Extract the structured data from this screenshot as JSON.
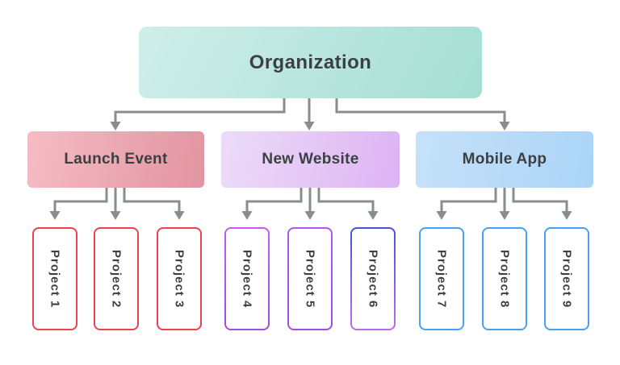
{
  "diagram": {
    "type": "org-chart",
    "root": {
      "label": "Organization"
    },
    "branches": [
      {
        "label": "Launch Event",
        "projects": [
          "Project 1",
          "Project 2",
          "Project 3"
        ]
      },
      {
        "label": "New Website",
        "projects": [
          "Project 4",
          "Project 5",
          "Project 6"
        ]
      },
      {
        "label": "Mobile App",
        "projects": [
          "Project 7",
          "Project 8",
          "Project 9"
        ]
      }
    ]
  },
  "colors": {
    "ink": "#3d4043",
    "arrow": "#8a8d8f",
    "root-from": "#cfeee9",
    "root-to": "#a5ded4",
    "branch1-from": "#f5bcc4",
    "branch1-to": "#e294a1",
    "branch2-from": "#ecdcf8",
    "branch2-to": "#ddb3f3",
    "branch3-from": "#c6e1fa",
    "branch3-to": "#abd4f6",
    "proj-red": "#e8434f",
    "proj-purple4-a": "#c85ce8",
    "proj-purple4-b": "#9d4de0",
    "proj-purple5-a": "#b457e6",
    "proj-purple5-b": "#a04ee0",
    "proj-indigo-a": "#4652dd",
    "proj-indigo-b": "#c16ae8",
    "proj-blue": "#4b9ff5"
  }
}
